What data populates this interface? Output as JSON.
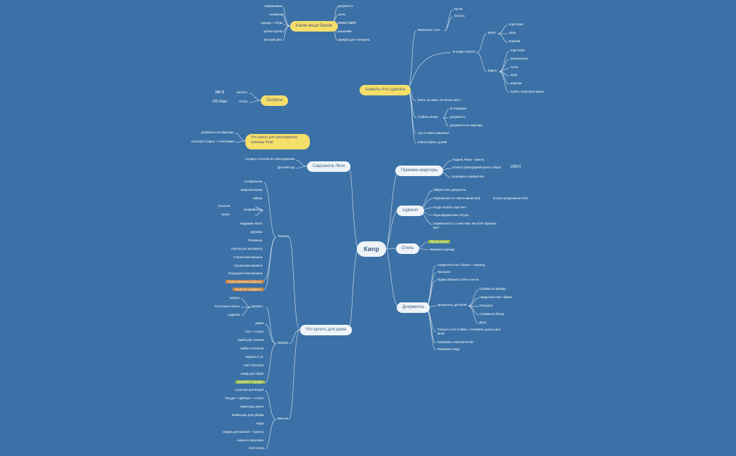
{
  "root": "Кипр",
  "branches": {
    "priemka": "Приемка квартиры",
    "advokat": "Адвокат",
    "otel": "Отель",
    "docs": "Документы",
    "shop": "Что купить для дома",
    "sad": "Сад\\школа Леон",
    "trip": "Что нужно для прохождения границы Кипр",
    "costs": "Затраты",
    "almaty": "Алматы Что сделать",
    "things": "Какие вещи берем"
  },
  "priemka": {
    "items": [
      "Андрей, Рома - помочь",
      "Оплата трансформаторного сбора",
      "проверить газовый кон"
    ],
    "amount": "1500 €"
  },
  "advokat": {
    "items": [
      "Забрать все документы",
      "Разрешение от совета министров",
      "Когда платить еще 5%?",
      "Переоформление титула",
      "Нормальность со мне вам, как Юля оформит акк?"
    ],
    "sub": "Оплата разрешения 12%"
  },
  "otel": {
    "item1": "Бронь отеля",
    "item2": "Машина в аренду"
  },
  "docs": {
    "items": [
      "Свидетельство о браке + перевод",
      "Паспорта",
      "Права обновить Юля и Антон",
      "Документы для ВНЖ",
      "Открыть счет в банке + положить деньги для ВНЖ",
      "Оформить электричество",
      "Оформить воду"
    ],
    "vnzh": [
      "Справка из архива",
      "Свидетельство о браке",
      "Паспорта",
      "Справка из банка",
      "Дети"
    ]
  },
  "sad": {
    "items": [
      "Сходить в Rarrat на собеседование",
      "Детский сад"
    ]
  },
  "trip": {
    "items": [
      "документы на квартиру",
      "паспорта старые + отметками?"
    ]
  },
  "costs": {
    "tickets_value": "980 $",
    "tickets_label": "Билеты",
    "hotel_value": "325 Евро",
    "hotel_label": "Отель"
  },
  "things": {
    "left": [
      "кофемашина",
      "телевизор",
      "одежда + обувь",
      "зубная щетка",
      "жесткий диск"
    ],
    "right": [
      "документы",
      "книги",
      "power bank",
      "наушники",
      "зарядки для телефона"
    ]
  },
  "almaty": {
    "life": "Животные стать",
    "life_items": [
      "Бронь",
      "Оплата"
    ],
    "env": "В среде отвезти",
    "fruit": "Фрукт",
    "fruit_items": [
      "подстилка",
      "корм",
      "игрушка"
    ],
    "marta": "Марта",
    "marta_items": [
      "подстилка",
      "наполнитель",
      "лоток",
      "корм",
      "игрушки",
      "Купить переноску марте"
    ],
    "q1": "Взять ли земл, посчитать вес?",
    "collect": "Собрать вещи",
    "collect_items": [
      "В чемодане",
      "документы",
      "документы на квартиру"
    ],
    "car": "Где оставить машину?",
    "keys": "Ключи убрать домой"
  },
  "shop": {
    "tech": "Техника",
    "tech_items": [
      "холодильник",
      "микроволновка",
      "чайник",
      "кондиционер",
      "Индукция плита",
      "Духовка",
      "Телевизор",
      "Роутер для интернета",
      "Стиральная машина",
      "Сушильная машина",
      "Посудомоечная машина",
      "Кофе машина (забрать)",
      "Пылесос (забрать)"
    ],
    "cond_items": [
      "Спальня",
      "Кухня"
    ],
    "bed": "Кровать",
    "bed_items": [
      "матрас",
      "постельное белье",
      "подушки"
    ],
    "mebel": "Мебель",
    "mebel_items": [
      "диван",
      "стол + стулья",
      "Тумба для техники",
      "тумба в спальню",
      "зеркала 2 шт",
      "Свет (люстра)",
      "шкаф для обуви",
      "полки/ТТ + шторы"
    ],
    "misc": "Мелочи",
    "misc_items": [
      "Сушилка для вещей",
      "Посуда + приборы + стекло",
      "Инвентарь кухня",
      "Инвентарь для уборки",
      "Вода",
      "коврик для ванной + туалета",
      "коврик в прихожую",
      "полотенца"
    ]
  }
}
